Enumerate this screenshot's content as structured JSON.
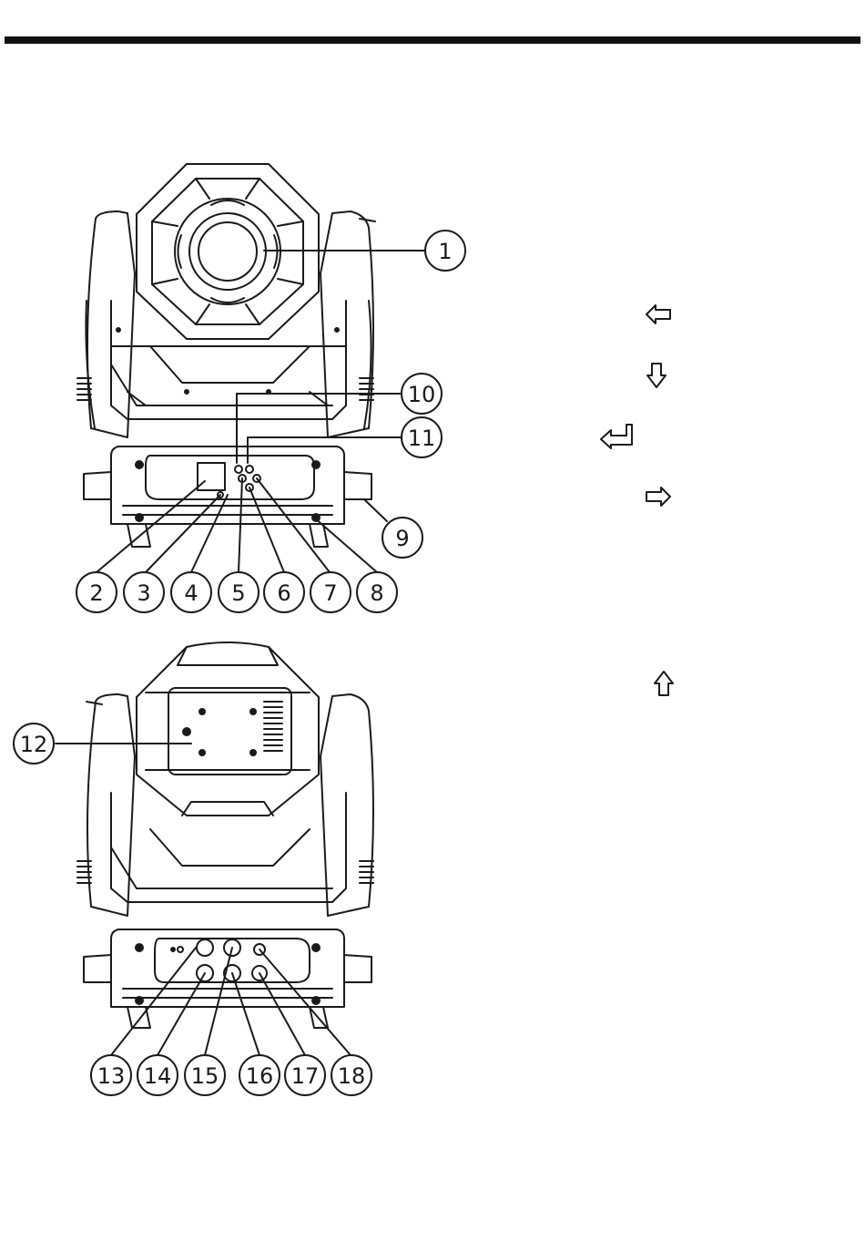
{
  "callouts_front": [
    {
      "id": "c1",
      "label": "1"
    },
    {
      "id": "c2",
      "label": "2"
    },
    {
      "id": "c3",
      "label": "3"
    },
    {
      "id": "c4",
      "label": "4"
    },
    {
      "id": "c5",
      "label": "5"
    },
    {
      "id": "c6",
      "label": "6"
    },
    {
      "id": "c7",
      "label": "7"
    },
    {
      "id": "c8",
      "label": "8"
    },
    {
      "id": "c9",
      "label": "9"
    },
    {
      "id": "c10",
      "label": "10"
    },
    {
      "id": "c11",
      "label": "11"
    }
  ],
  "callouts_rear": [
    {
      "id": "c12",
      "label": "12"
    },
    {
      "id": "c13",
      "label": "13"
    },
    {
      "id": "c14",
      "label": "14"
    },
    {
      "id": "c15",
      "label": "15"
    },
    {
      "id": "c16",
      "label": "16"
    },
    {
      "id": "c17",
      "label": "17"
    },
    {
      "id": "c18",
      "label": "18"
    }
  ],
  "key_icons": [
    "left-arrow-icon",
    "down-arrow-icon",
    "enter-arrow-icon",
    "right-arrow-icon",
    "up-arrow-icon"
  ],
  "colors": {
    "ink": "#1a1a1a",
    "rule": "#111111",
    "paper": "#ffffff"
  }
}
